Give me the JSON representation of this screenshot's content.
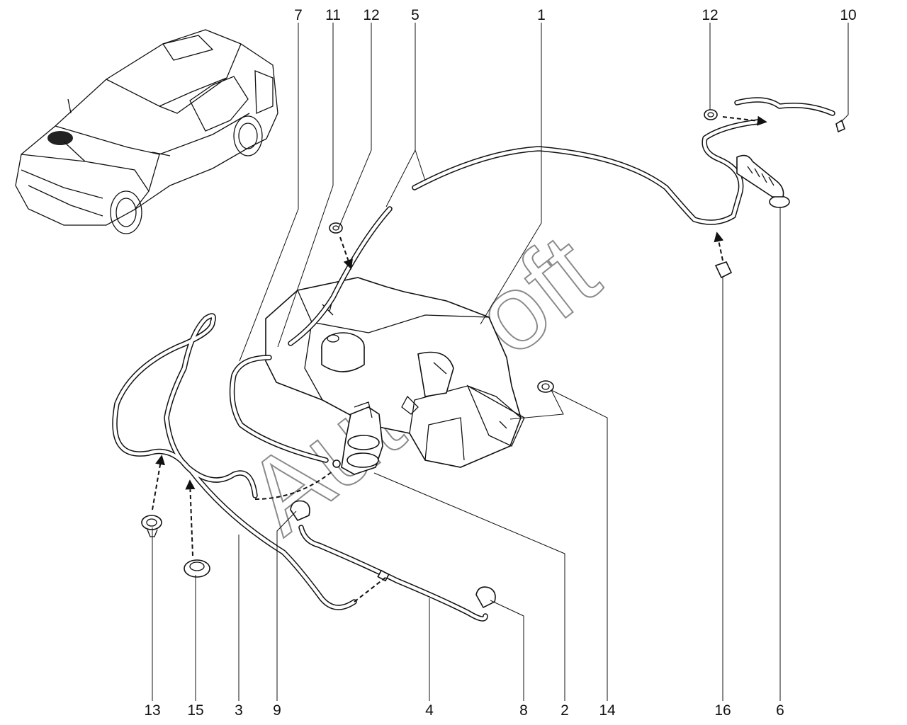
{
  "watermark": "AutoSoft",
  "callouts": {
    "top": [
      "7",
      "11",
      "12",
      "5",
      "1",
      "12",
      "10"
    ],
    "bottom": [
      "13",
      "15",
      "3",
      "9",
      "4",
      "8",
      "2",
      "14",
      "16",
      "6"
    ]
  }
}
